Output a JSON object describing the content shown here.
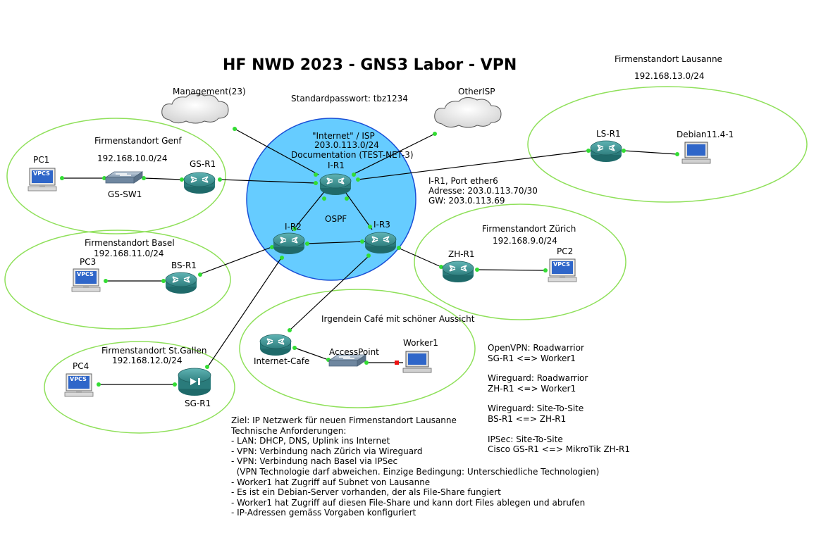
{
  "title": "HF NWD 2023 - GNS3 Labor - VPN",
  "password_note": "Standardpasswort: tbz1234",
  "clouds": {
    "management": "Management(23)",
    "other_isp": "OtherISP"
  },
  "internet": {
    "line1": "\"Internet\" / ISP",
    "line2": "203.0.113.0/24",
    "line3": "Documentation (TEST-NET-3)",
    "ospf": "OSPF"
  },
  "sites": {
    "lausanne": {
      "name": "Firmenstandort Lausanne",
      "subnet": "192.168.13.0/24"
    },
    "genf": {
      "name": "Firmenstandort Genf",
      "subnet": "192.168.10.0/24"
    },
    "basel": {
      "name": "Firmenstandort Basel",
      "subnet": "192.168.11.0/24"
    },
    "zuerich": {
      "name": "Firmenstandort Zürich",
      "subnet": "192.168.9.0/24"
    },
    "stgallen": {
      "name": "Firmenstandort St.Gallen",
      "subnet": "192.168.12.0/24"
    },
    "cafe": {
      "name": "Irgendein Café mit schöner Aussicht"
    }
  },
  "devices": {
    "ir1": "I-R1",
    "ir2": "I-R2",
    "ir3": "I-R3",
    "gsr1": "GS-R1",
    "gssw1": "GS-SW1",
    "pc1": "PC1",
    "bsr1": "BS-R1",
    "pc3": "PC3",
    "zhr1": "ZH-R1",
    "pc2": "PC2",
    "lsr1": "LS-R1",
    "debian": "Debian11.4-1",
    "sgr1": "SG-R1",
    "pc4": "PC4",
    "internet_cafe": "Internet-Cafe",
    "accesspoint": "AccessPoint",
    "worker1": "Worker1",
    "vpcs": "VPCS"
  },
  "ir1_port": {
    "line1": "I-R1, Port ether6",
    "line2": "Adresse: 203.0.113.70/30",
    "line3": "GW: 203.0.113.69"
  },
  "vpn_list": [
    {
      "tech": "OpenVPN: Roadwarrior",
      "link": "SG-R1 <=> Worker1"
    },
    {
      "tech": "Wireguard: Roadwarrior",
      "link": "ZH-R1 <=> Worker1"
    },
    {
      "tech": "Wireguard: Site-To-Site",
      "link": "BS-R1 <=> ZH-R1"
    },
    {
      "tech": "IPSec: Site-To-Site",
      "link": "Cisco GS-R1 <=> MikroTik ZH-R1"
    }
  ],
  "goal": {
    "lines": [
      "Ziel: IP Netzwerk für neuen Firmenstandort Lausanne",
      "Technische Anforderungen:",
      "- LAN: DHCP, DNS, Uplink ins Internet",
      "- VPN: Verbindung nach Zürich via Wireguard",
      "- VPN: Verbindung nach Basel via IPSec",
      "  (VPN Technologie darf abweichen. Einzige Bedingung: Unterschiedliche Technologien)",
      "- Worker1 hat Zugriff auf Subnet von Lausanne",
      "- Es ist ein Debian-Server vorhanden, der als File-Share fungiert",
      "- Worker1 hat Zugriff auf diesen File-Share und kann dort Files ablegen und abrufen",
      "- IP-Adressen gemäss Vorgaben konfiguriert"
    ]
  },
  "colors": {
    "site_border": "#8fe05a",
    "internet_fill": "#66ccff",
    "internet_border": "#1a4fd6",
    "link": "#000000",
    "port_dot": "#33dd33",
    "port_dot_down": "#ee1111",
    "router_fill": "#2f8a8a"
  }
}
